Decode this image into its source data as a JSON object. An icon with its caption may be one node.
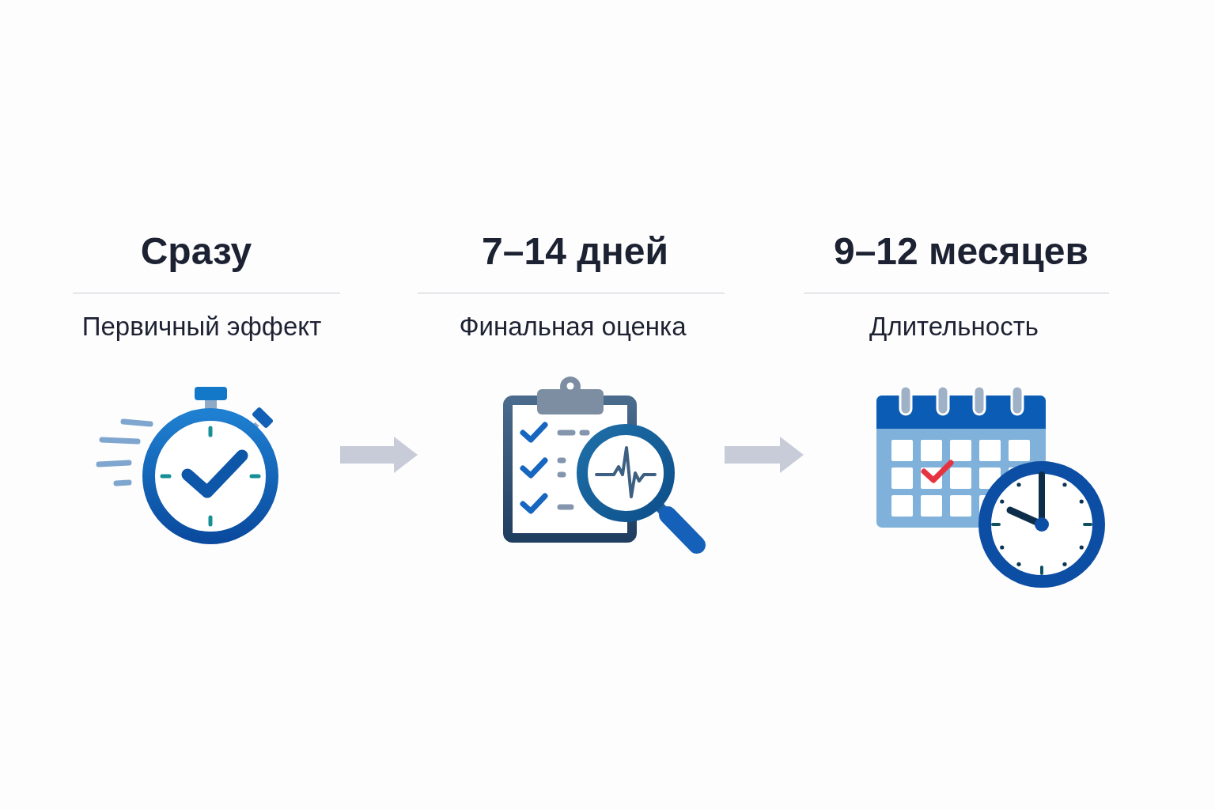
{
  "diagram": {
    "nodes": [
      {
        "text": [
          "Сразу",
          "Первичный эффект"
        ]
      },
      {
        "text": [
          "7–14 дней",
          "Финальная оценка"
        ]
      },
      {
        "text": [
          "9–12 месяцев",
          "Длительность"
        ]
      }
    ],
    "edges": [
      {
        "from": 0,
        "to": 1,
        "arrow": "to"
      },
      {
        "from": 1,
        "to": 2,
        "arrow": "to"
      }
    ]
  }
}
